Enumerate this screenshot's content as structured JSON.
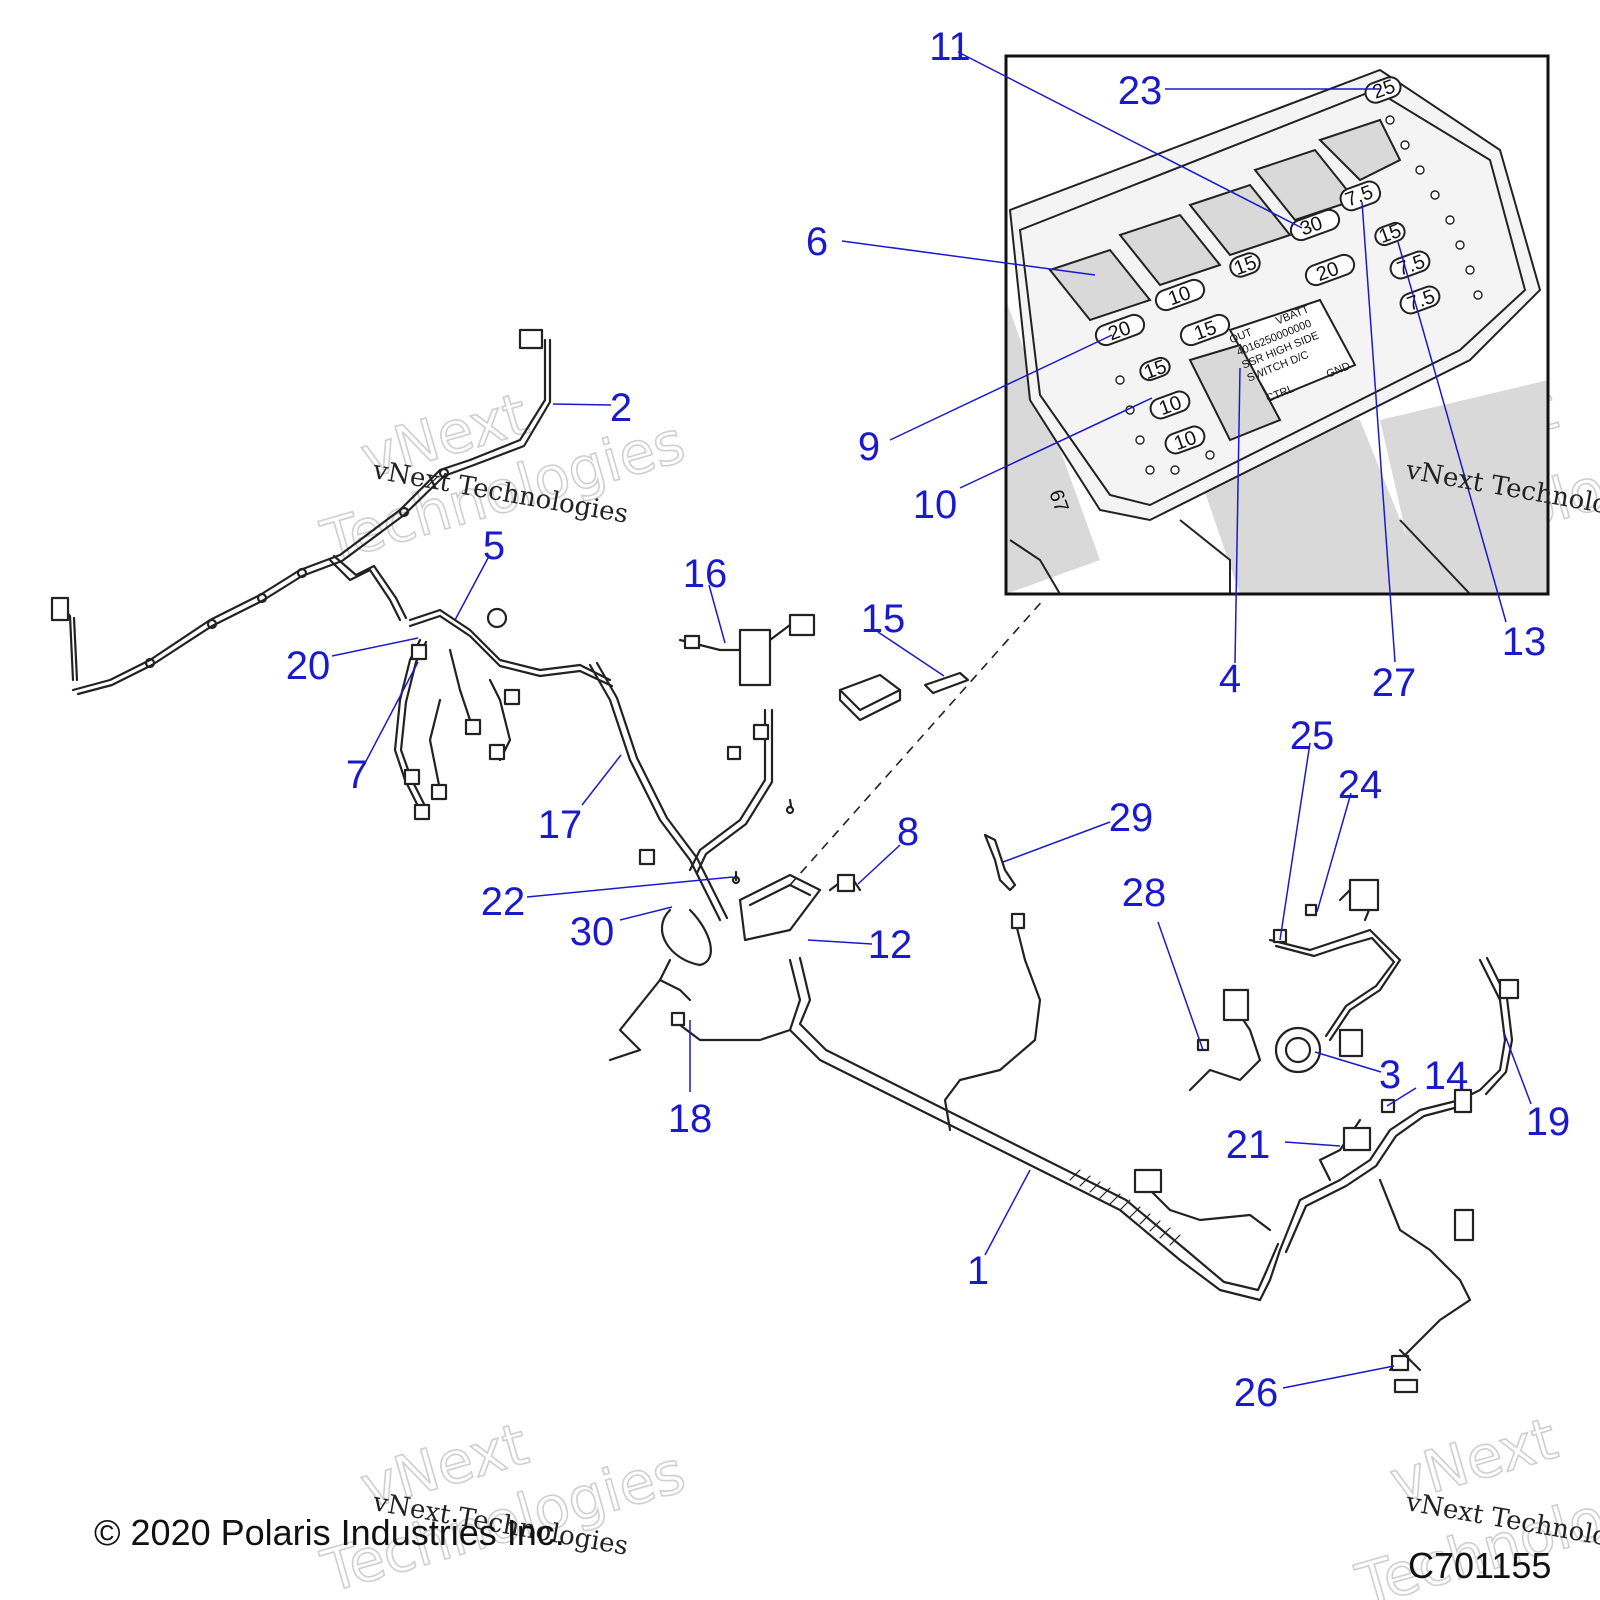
{
  "callouts": {
    "c1": "1",
    "c2": "2",
    "c3": "3",
    "c4": "4",
    "c5": "5",
    "c6": "6",
    "c7": "7",
    "c8": "8",
    "c9": "9",
    "c10": "10",
    "c11": "11",
    "c12": "12",
    "c13": "13",
    "c14": "14",
    "c15": "15",
    "c16": "16",
    "c17": "17",
    "c18": "18",
    "c19": "19",
    "c20": "20",
    "c21": "21",
    "c22": "22",
    "c23": "23",
    "c24": "24",
    "c25": "25",
    "c26": "26",
    "c27": "27",
    "c28": "28",
    "c29": "29",
    "c30": "30"
  },
  "fuse_box": {
    "fuses": {
      "f25": "25",
      "f30": "30",
      "f75a": "7.5",
      "f15a": "15",
      "f75b": "7.5",
      "f20a": "20",
      "f75c": "7.5",
      "f15b": "15",
      "f10a": "10",
      "f20b": "20",
      "f15c": "15",
      "f15d": "15",
      "f10b": "10",
      "f10c": "10"
    },
    "relay_label": {
      "out": "OUT",
      "vbatt": "VBATT",
      "part": "4016250000000",
      "l1": "SSR HIGH SIDE",
      "l2": "SWITCH D/C",
      "ctrl": "CTRL",
      "gnd": "GND"
    },
    "side_mark": "67"
  },
  "watermark": "vNext Technologies",
  "watermark_ghost": {
    "line1": "vNext",
    "line2": "Technologies"
  },
  "copyright": "© 2020 Polaris Industries Inc.",
  "figure_id": "C701155",
  "colors": {
    "callout": "#1a1acc",
    "line": "#222222",
    "inset_fill": "#d9d9d9"
  }
}
